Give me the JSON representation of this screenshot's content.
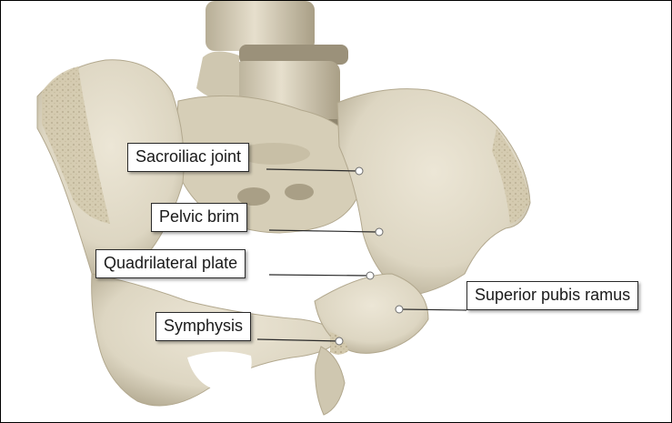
{
  "labels": {
    "sacroiliac": "Sacroiliac joint",
    "pelvic_brim": "Pelvic brim",
    "quadrilateral": "Quadrilateral plate",
    "superior_pubis": "Superior pubis ramus",
    "symphysis": "Symphysis"
  },
  "colors": {
    "bone": "#ddd6c2",
    "bone_shade": "#b7ae96",
    "bone_light": "#ece6d6",
    "leader": "#2a2a2a"
  }
}
